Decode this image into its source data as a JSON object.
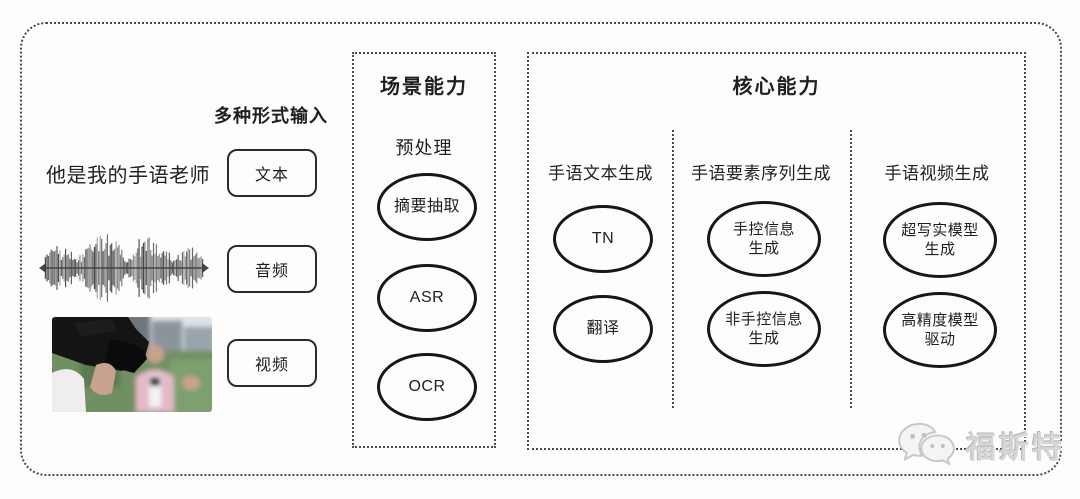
{
  "page": {
    "background": "#fdfdfd"
  },
  "colors": {
    "line": "#2b2b2b",
    "dotted_border": "#4a4a4a",
    "ellipse_stroke": "#171717",
    "text": "#1f1f1f",
    "watermark": "#d6d6d6"
  },
  "input_section": {
    "label": "多种形式输入",
    "sentence": "他是我的手语老师",
    "items": [
      {
        "label": "文本"
      },
      {
        "label": "音频"
      },
      {
        "label": "视频"
      }
    ]
  },
  "scene_box": {
    "title": "场景能力",
    "subtitle": "预处理",
    "nodes": [
      "摘要抽取",
      "ASR",
      "OCR"
    ]
  },
  "core_box": {
    "title": "核心能力",
    "columns": [
      {
        "header": "手语文本生成",
        "nodes": [
          "TN",
          "翻译"
        ]
      },
      {
        "header": "手语要素序列生成",
        "nodes": [
          "手控信息\n生成",
          "非手控信息\n生成"
        ]
      },
      {
        "header": "手语视频生成",
        "nodes": [
          "超写实模型\n生成",
          "高精度模型\n驱动"
        ]
      }
    ]
  },
  "watermark": {
    "text": "福斯特"
  }
}
